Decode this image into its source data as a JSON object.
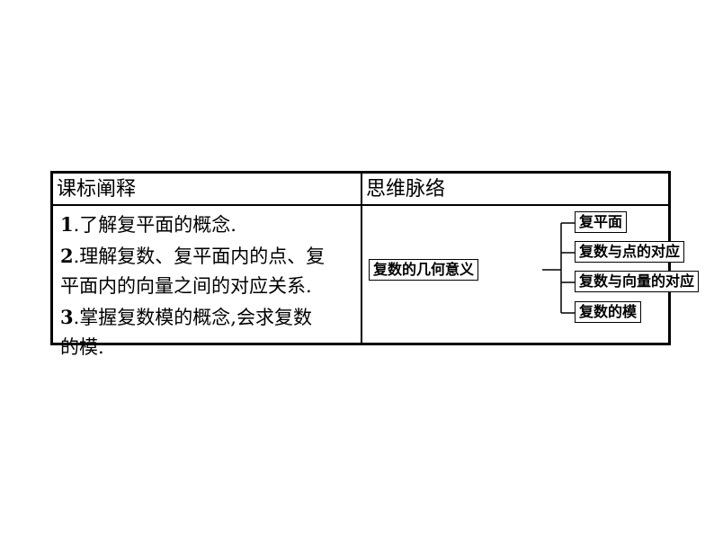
{
  "table": {
    "header_left": "课标阐释",
    "header_right": "思维脉络",
    "objectives": [
      {
        "num": "1",
        "text": ".了解复平面的概念."
      },
      {
        "num": "2",
        "text": ".理解复数、复平面内的点、复"
      },
      {
        "num": "",
        "text": "平面内的向量之间的对应关系."
      },
      {
        "num": "3",
        "text": ".掌握复数模的概念,会求复数"
      },
      {
        "num": "",
        "text": "的模."
      }
    ]
  },
  "mindmap": {
    "root": "复数的几何意义",
    "children": [
      "复平面",
      "复数与点的对应",
      "复数与向量的对应",
      "复数的模"
    ]
  }
}
